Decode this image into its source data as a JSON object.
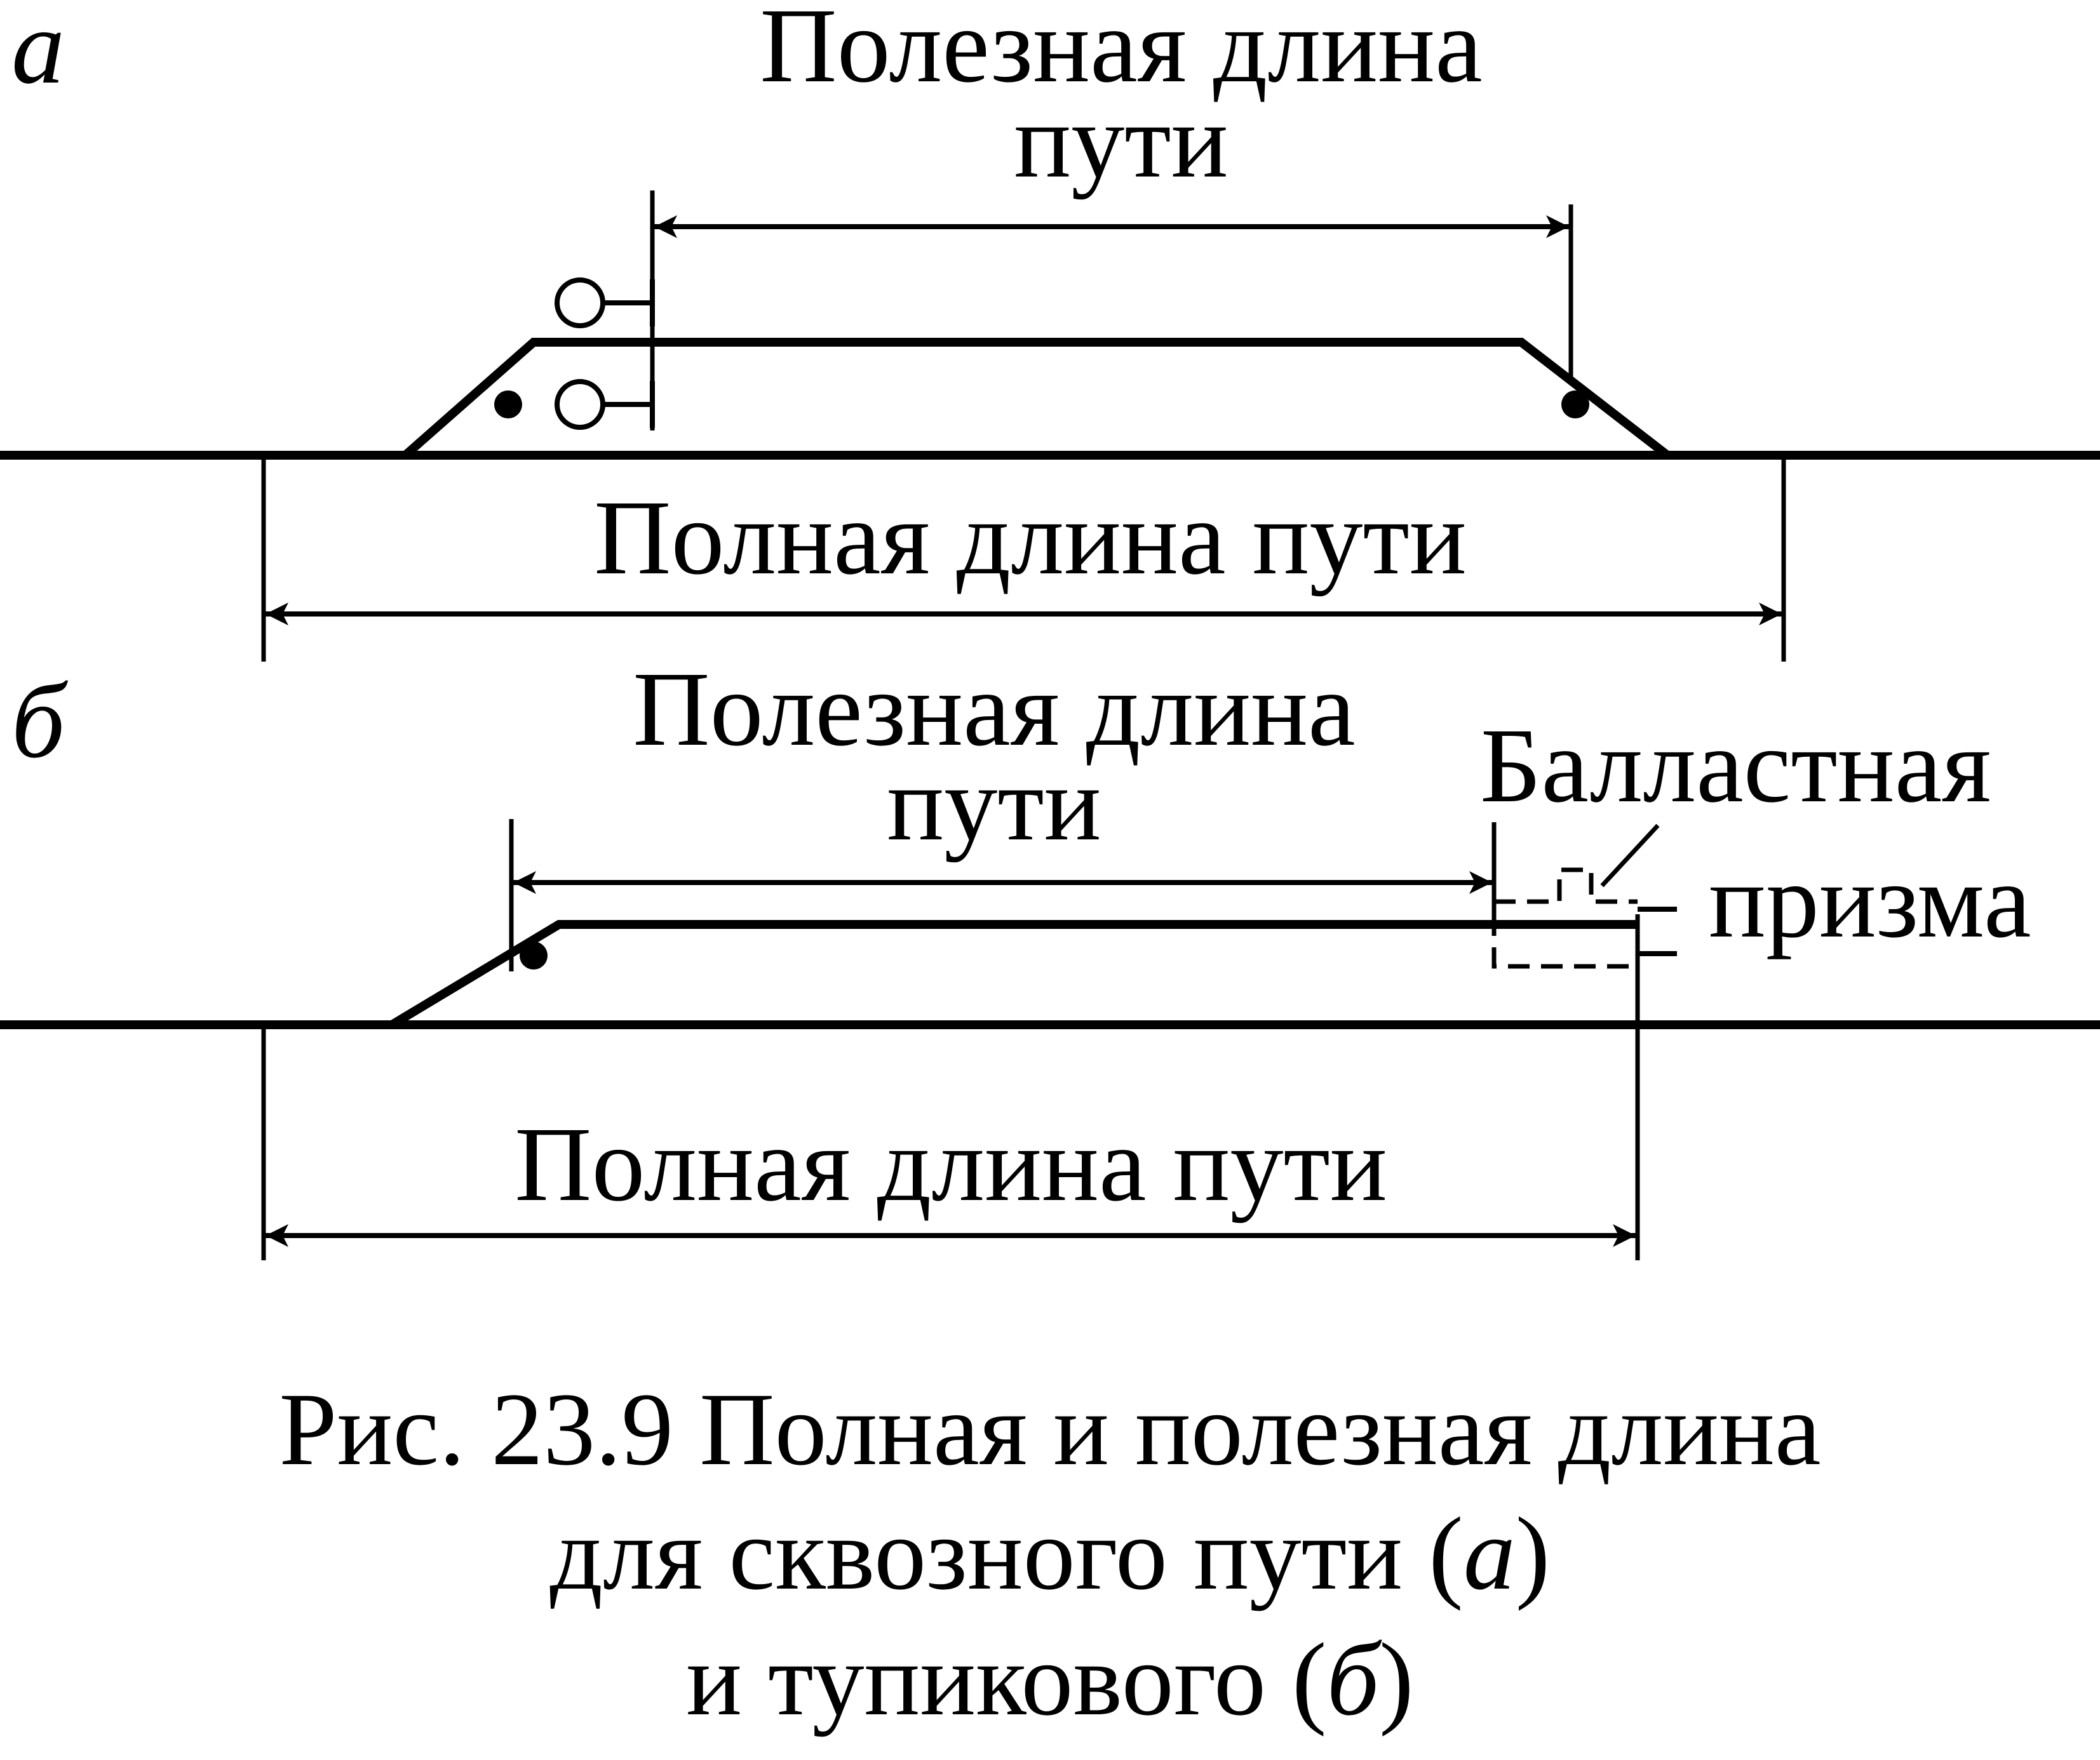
{
  "panels": {
    "a": {
      "letter": "a",
      "useful_length_line1": "Полезная длина",
      "useful_length_line2": "пути",
      "full_length": "Полная длина пути"
    },
    "b": {
      "letter": "б",
      "useful_length_line1": "Полезная длина",
      "useful_length_line2": "пути",
      "full_length": "Полная длина пути",
      "ballast_line1": "Балластная",
      "ballast_line2": "призма"
    }
  },
  "caption": {
    "line1": "Рис. 23.9 Полная и полезная длина",
    "line2_text": "для сквозного пути (",
    "line2_italic": "а",
    "line2_close": ")",
    "line3_text": "и тупикового (",
    "line3_italic": "б",
    "line3_close": ")"
  },
  "colors": {
    "ink": "#000000",
    "background": "#ffffff"
  }
}
